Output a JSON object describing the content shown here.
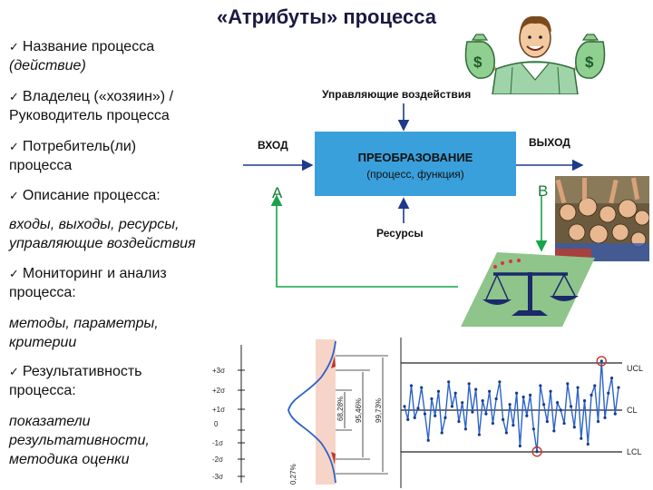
{
  "title": "«Атрибуты» процесса",
  "list": [
    {
      "heading": "Название процесса",
      "detail": "(действие)"
    },
    {
      "heading": "Владелец («хозяин») /",
      "heading2": "Руководитель процесса"
    },
    {
      "heading": "Потребитель(ли)",
      "heading2": "процесса"
    },
    {
      "heading": "Описание процесса:",
      "detail": "входы, выходы, ресурсы,",
      "detail2": "управляющие воздействия"
    },
    {
      "heading": "Мониторинг и анализ",
      "heading2": "процесса:",
      "detail": "методы, параметры,",
      "detail2": "критерии"
    },
    {
      "heading": "Результативность",
      "heading2": "процесса:",
      "detail": "показатели",
      "detail2": "результативности,",
      "detail3": "методика оценки"
    }
  ],
  "diagram": {
    "control_label": "Управляющие воздействия",
    "input_label": "ВХОД",
    "output_label": "ВЫХОД",
    "box_title": "ПРЕОБРАЗОВАНИЕ",
    "box_subtitle": "(процесс, функция)",
    "resources_label": "Ресурсы",
    "point_a": "A",
    "point_b": "B",
    "accent_color": "#3aa0dc",
    "arrow_color": "#1e3a8a",
    "loop_color": "#16a34a"
  },
  "distribution": {
    "sigma_labels": [
      "+3σ",
      "+2σ",
      "+1σ",
      "0",
      "-1σ",
      "-2σ",
      "-3σ"
    ],
    "percent_labels": [
      "68,28%",
      "95,46%",
      "99,73%"
    ],
    "tail_label": "0,27%"
  },
  "control_chart": {
    "ucl": "UCL",
    "cl": "CL",
    "lcl": "LCL",
    "values": [
      0.2,
      -0.5,
      1.3,
      -0.4,
      0.1,
      1.2,
      -0.2,
      -1.6,
      0.6,
      -0.3,
      1.0,
      -1.2,
      -0.4,
      1.5,
      0.2,
      0.9,
      -0.6,
      0.4,
      -1.0,
      1.4,
      -0.1,
      1.1,
      -1.3,
      0.5,
      -0.2,
      1.0,
      -0.7,
      0.6,
      1.5,
      -0.5,
      -1.2,
      0.3,
      -0.8,
      0.9,
      -1.9,
      0.7,
      -0.3,
      0.8,
      -1.0,
      -2.2,
      1.3,
      0.3,
      -0.6,
      1.0,
      -1.1,
      0.4,
      0.0,
      -0.7,
      1.4,
      0.2,
      -0.9,
      1.2,
      -1.5,
      0.5,
      -1.8,
      0.8,
      1.3,
      -0.6,
      2.6,
      -0.4,
      0.9,
      1.7,
      -0.2,
      1.2
    ],
    "out_of_control": [
      39,
      58
    ],
    "ylim": [
      -3,
      3
    ],
    "ucl_value": 2.5,
    "lcl_value": -2.5
  }
}
